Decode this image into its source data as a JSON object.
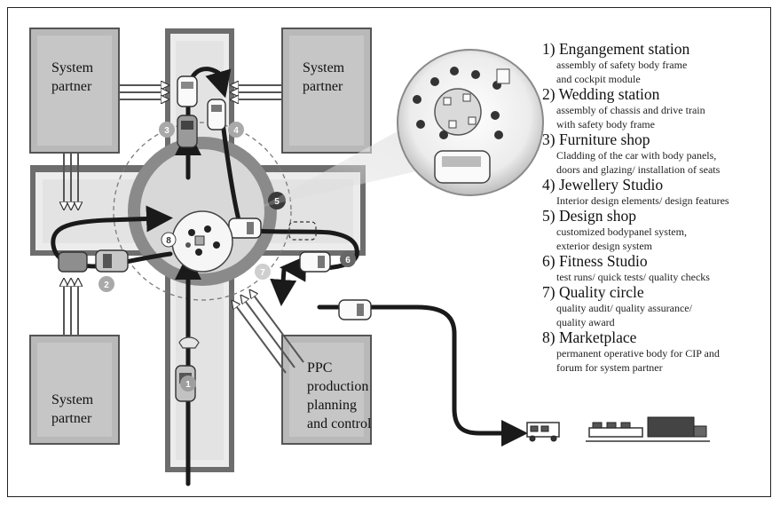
{
  "blocks": {
    "top_left": [
      "System",
      "partner"
    ],
    "top_right": [
      "System",
      "partner"
    ],
    "bottom_left": [
      "System",
      "partner"
    ],
    "ppc": [
      "PPC",
      "production",
      "planning",
      "and control"
    ]
  },
  "station_numbers": [
    "1",
    "2",
    "3",
    "4",
    "5",
    "6",
    "7",
    "8"
  ],
  "legend": [
    {
      "title": "1) Engangement station",
      "lines": [
        "assembly of safety body frame",
        "and cockpit module"
      ]
    },
    {
      "title": "2) Wedding station",
      "lines": [
        "assembly of chassis and drive train",
        "with safety body frame"
      ]
    },
    {
      "title": "3) Furniture shop",
      "lines": [
        "Cladding of the car with body panels,",
        "doors and glazing/ installation of seats"
      ]
    },
    {
      "title": "4) Jewellery Studio",
      "lines": [
        "Interior design elements/ design features"
      ]
    },
    {
      "title": "5) Design shop",
      "lines": [
        "customized bodypanel system,",
        "exterior design system"
      ]
    },
    {
      "title": "6) Fitness Studio",
      "lines": [
        "test runs/ quick tests/ quality checks"
      ]
    },
    {
      "title": "7) Quality circle",
      "lines": [
        "quality audit/ quality assurance/",
        "quality award"
      ]
    },
    {
      "title": "8) Marketplace",
      "lines": [
        "permanent operative body for CIP and",
        "forum for system partner"
      ]
    }
  ]
}
